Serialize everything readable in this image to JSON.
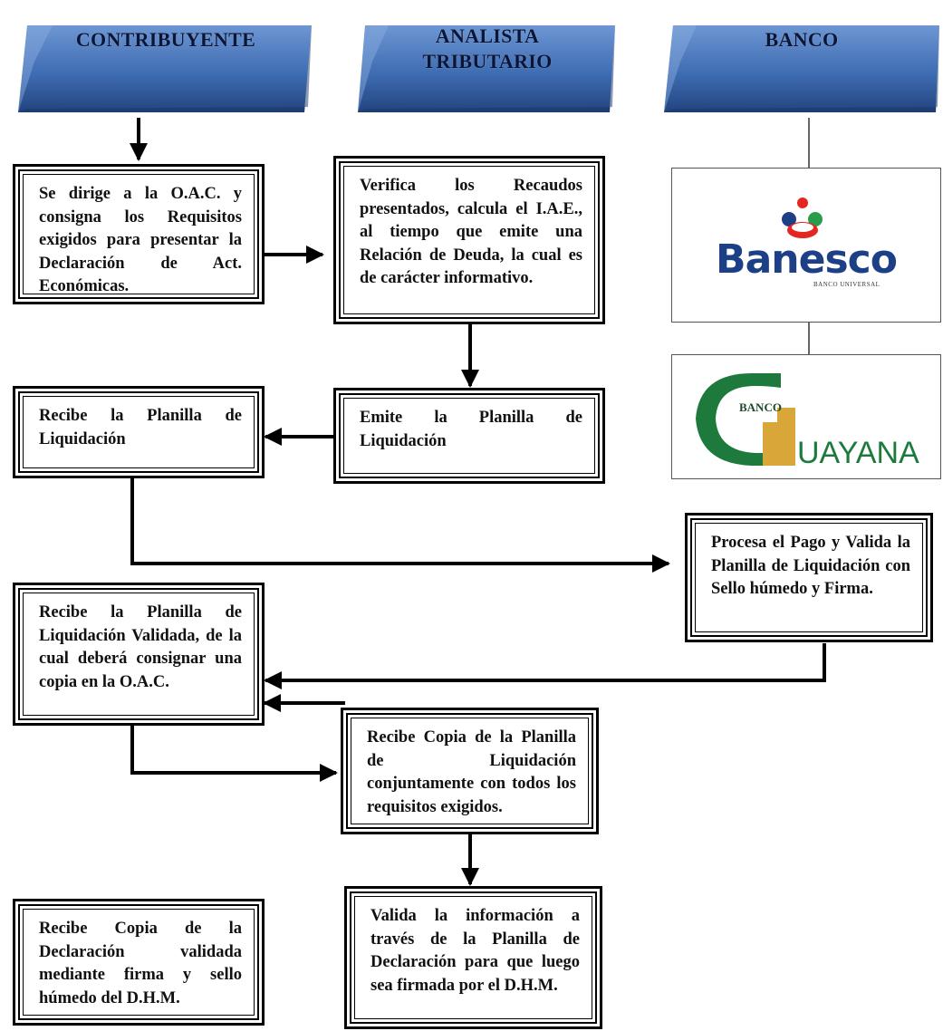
{
  "headers": {
    "contribuyente": "CONTRIBUYENTE",
    "analista_line1": "ANALISTA",
    "analista_line2": "TRIBUTARIO",
    "banco": "BANCO"
  },
  "steps": {
    "c1": "Se dirige a la O.A.C. y consigna los Requisitos exigidos para presentar la Declaración de Act. Económicas.",
    "a1": "Verifica los Recaudos presentados, calcula el I.A.E., al tiempo que emite una Relación de Deuda, la cual es de carácter informativo.",
    "a2": "Emite la Planilla de Liquidación",
    "c2": "Recibe la Planilla de Liquidación",
    "b1": "Procesa el Pago y Valida la Planilla de Liquidación con Sello húmedo y Firma.",
    "c3": "Recibe la Planilla de Liquidación Validada, de la cual deberá consignar una copia en la O.A.C.",
    "a3": "Recibe Copia de la Planilla de Liquidación conjuntamente con todos los requisitos exigidos.",
    "a4": "Valida la información a través de la Planilla de Declaración para que luego sea firmada por el D.H.M.",
    "c4": "Recibe Copia de la Declaración validada mediante firma y sello húmedo del D.H.M."
  },
  "logos": {
    "banesco_name": "Banesco",
    "banesco_tagline": "BANCO UNIVERSAL",
    "guayana_banco": "BANCO",
    "guayana_name": "UAYANA"
  },
  "colors": {
    "header_blue": "#3f6db3",
    "banesco_blue": "#1d3f86",
    "banesco_red": "#e52521",
    "guayana_green": "#1d7a3c",
    "guayana_gold": "#d9a63a"
  }
}
